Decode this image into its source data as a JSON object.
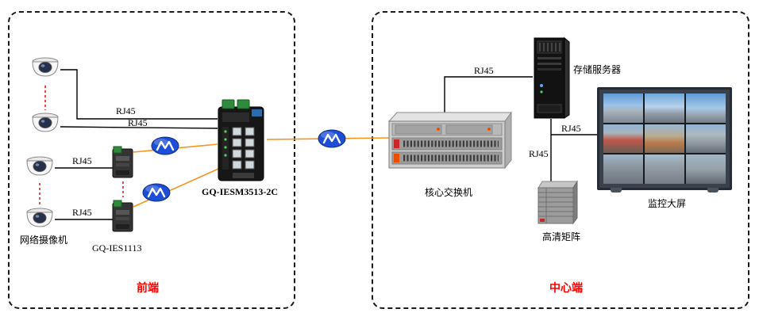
{
  "diagram": {
    "labels": {
      "rj45": "RJ45",
      "cameras": "网络摄像机",
      "media_converter": "GQ-IES1113",
      "industrial_switch": "GQ-IESM3513-2C",
      "core_switch": "核心交换机",
      "storage_server": "存储服务器",
      "hd_matrix": "高清矩阵",
      "video_wall": "监控大屏"
    },
    "regions": {
      "front_end": "前端",
      "center_end": "中心端"
    },
    "colors": {
      "fiber_link": "#f7941d",
      "copper_link": "#000000",
      "region_label": "#ff0000",
      "camera_chain_dash": "#dd0000",
      "lightning_fill": "#1d4ed8"
    }
  }
}
